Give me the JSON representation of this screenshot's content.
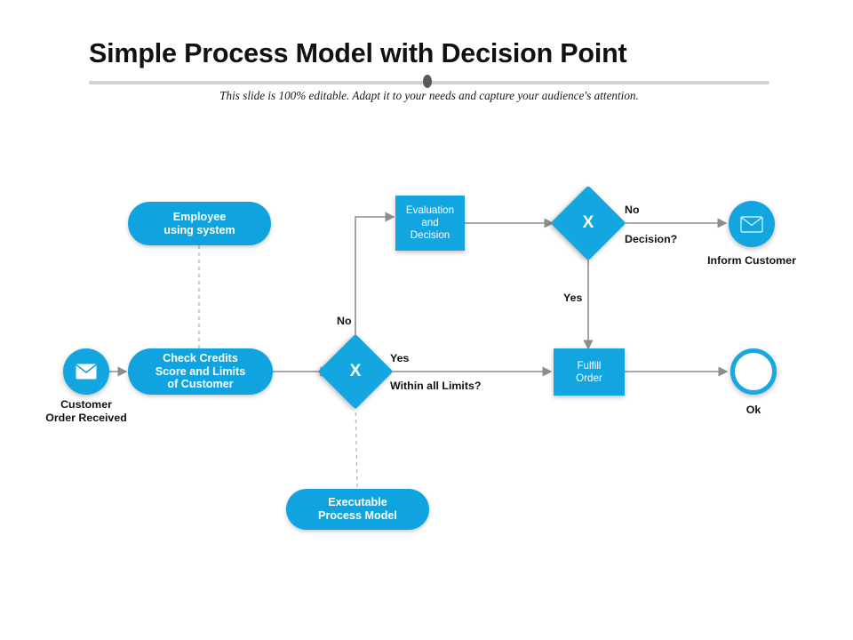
{
  "header": {
    "title": "Simple Process Model with Decision Point",
    "subtitle": "This slide is 100% editable. Adapt it to your needs and capture your audience's attention."
  },
  "theme": {
    "accent": "#12A5E0",
    "accent_dark": "#0FA4E0",
    "text": "#111111",
    "divider": "#D2D2D2",
    "dot": "#59595B",
    "background": "#FFFFFF"
  },
  "diagram": {
    "type": "flowchart",
    "nodes": {
      "employee": {
        "label": "Employee\nusing system",
        "shape": "pill"
      },
      "check_credits": {
        "label": "Check Credits\nScore and Limits\nof Customer",
        "shape": "pill"
      },
      "executable": {
        "label": "Executable\nProcess Model",
        "shape": "pill"
      },
      "evaluation": {
        "label": "Evaluation\nand\nDecision",
        "shape": "task"
      },
      "fulfill": {
        "label": "Fulfill\nOrder",
        "shape": "task"
      },
      "gateway_limits": {
        "symbol": "X",
        "shape": "diamond",
        "question": "Within all Limits?"
      },
      "gateway_decision": {
        "symbol": "X",
        "shape": "diamond",
        "question": "Decision?"
      },
      "start_event": {
        "caption": "Customer\nOrder Received",
        "shape": "circle-filled",
        "icon": "envelope-icon"
      },
      "inform_customer": {
        "caption": "Inform Customer",
        "shape": "circle-filled",
        "icon": "envelope-outline-icon"
      },
      "end_event": {
        "caption": "Ok",
        "shape": "circle-ring"
      }
    },
    "edge_labels": {
      "no_left": "No",
      "yes_left": "Yes",
      "no_right": "No",
      "yes_right": "Yes"
    }
  }
}
